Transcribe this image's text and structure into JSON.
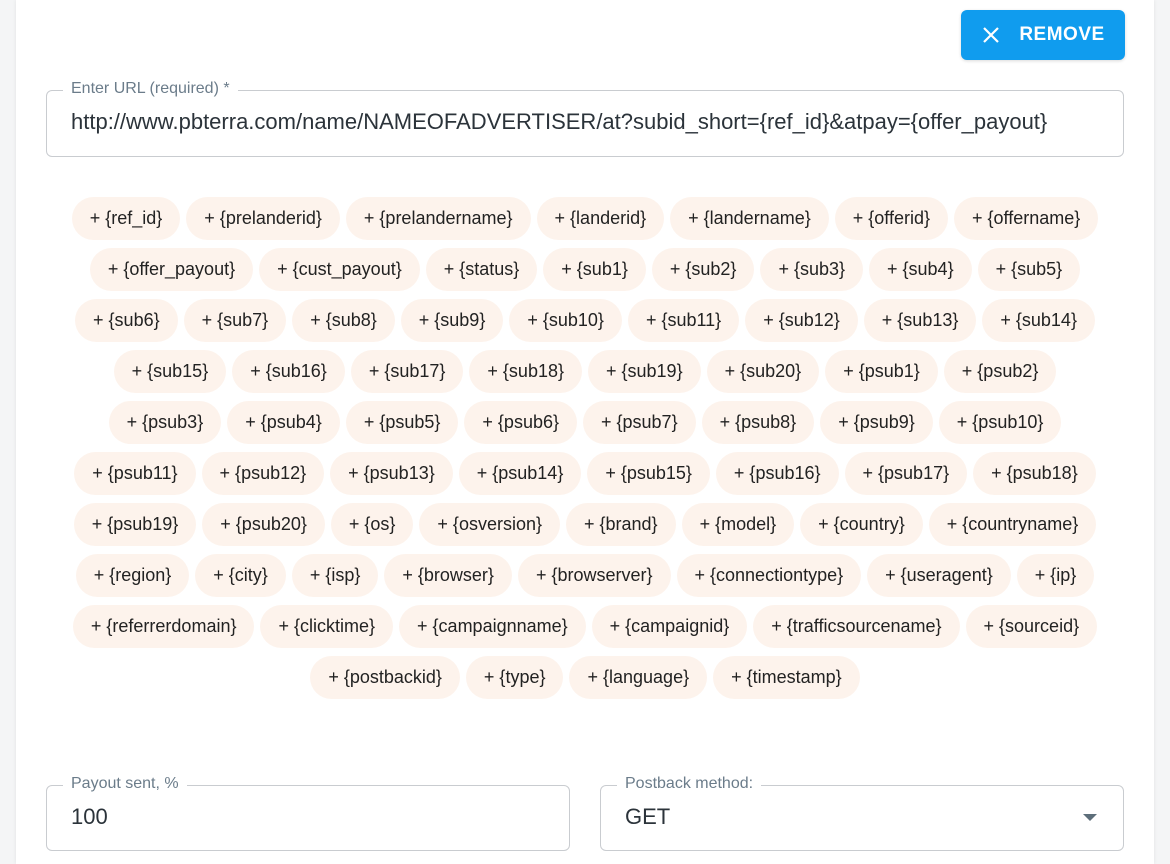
{
  "remove_button": {
    "label": "REMOVE",
    "icon": "close-icon",
    "color": "#109cee"
  },
  "url_field": {
    "label": "Enter URL (required) *",
    "value": "http://www.pbterra.com/name/NAMEOFADVERTISER/at?subid_short={ref_id}&atpay={offer_payout}"
  },
  "macros": [
    "+ {ref_id}",
    "+ {prelanderid}",
    "+ {prelandername}",
    "+ {landerid}",
    "+ {landername}",
    "+ {offerid}",
    "+ {offername}",
    "+ {offer_payout}",
    "+ {cust_payout}",
    "+ {status}",
    "+ {sub1}",
    "+ {sub2}",
    "+ {sub3}",
    "+ {sub4}",
    "+ {sub5}",
    "+ {sub6}",
    "+ {sub7}",
    "+ {sub8}",
    "+ {sub9}",
    "+ {sub10}",
    "+ {sub11}",
    "+ {sub12}",
    "+ {sub13}",
    "+ {sub14}",
    "+ {sub15}",
    "+ {sub16}",
    "+ {sub17}",
    "+ {sub18}",
    "+ {sub19}",
    "+ {sub20}",
    "+ {psub1}",
    "+ {psub2}",
    "+ {psub3}",
    "+ {psub4}",
    "+ {psub5}",
    "+ {psub6}",
    "+ {psub7}",
    "+ {psub8}",
    "+ {psub9}",
    "+ {psub10}",
    "+ {psub11}",
    "+ {psub12}",
    "+ {psub13}",
    "+ {psub14}",
    "+ {psub15}",
    "+ {psub16}",
    "+ {psub17}",
    "+ {psub18}",
    "+ {psub19}",
    "+ {psub20}",
    "+ {os}",
    "+ {osversion}",
    "+ {brand}",
    "+ {model}",
    "+ {country}",
    "+ {countryname}",
    "+ {region}",
    "+ {city}",
    "+ {isp}",
    "+ {browser}",
    "+ {browserver}",
    "+ {connectiontype}",
    "+ {useragent}",
    "+ {ip}",
    "+ {referrerdomain}",
    "+ {clicktime}",
    "+ {campaignname}",
    "+ {campaignid}",
    "+ {trafficsourcename}",
    "+ {sourceid}",
    "+ {postbackid}",
    "+ {type}",
    "+ {language}",
    "+ {timestamp}"
  ],
  "payout_field": {
    "label": "Payout sent, %",
    "value": "100"
  },
  "method_field": {
    "label": "Postback method:",
    "value": "GET",
    "icon": "dropdown-arrow-icon"
  }
}
